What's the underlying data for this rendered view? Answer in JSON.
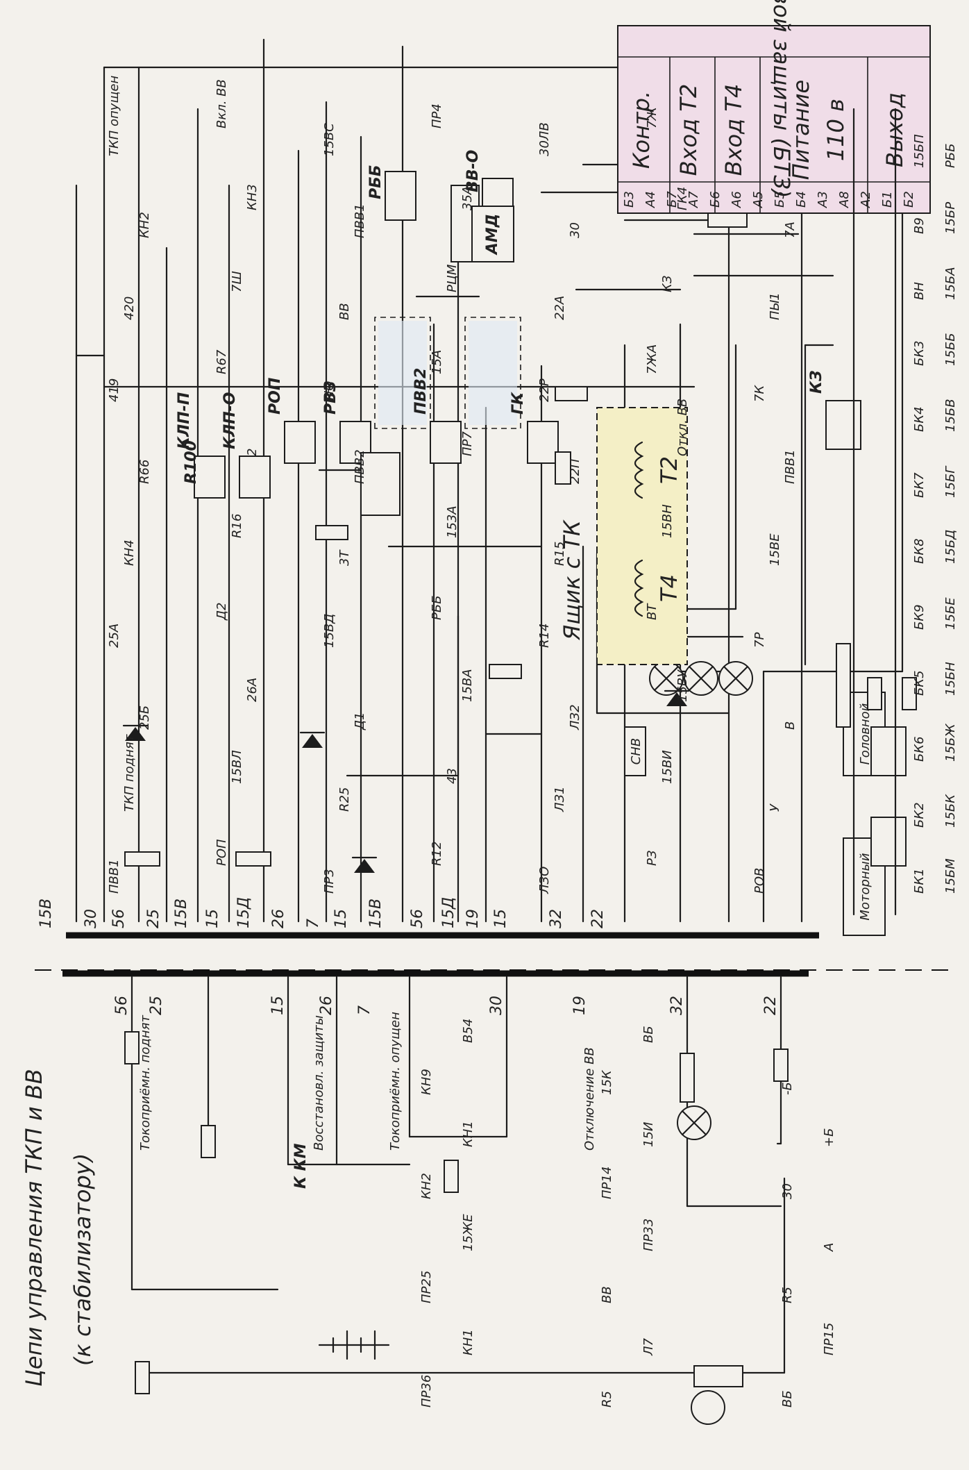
{
  "title": "Цепи управления ТКП и ВВ",
  "subtitle": "(к стабилизатору)",
  "block_title": "Блок токовой защиты (БТЗ)",
  "block_rows": [
    "Контр.",
    "Вход Т2",
    "Вход Т4",
    "Питание",
    "110 в",
    "Выход"
  ],
  "block_pins": [
    "Б3",
    "А4",
    "Б7",
    "А7",
    "Б6",
    "А6",
    "А5",
    "Б5",
    "Б4",
    "А3",
    "А8",
    "А2",
    "Б1",
    "Б2"
  ],
  "box_caption": "Ящик с ТК",
  "box_coils": [
    "Т2",
    "Т4"
  ],
  "motor_label": "Моторный",
  "head_label": "Головной",
  "km_label": "К КМ",
  "amd_label": "АМД",
  "snv_label": "СНВ",
  "buttons": [
    "Токоприёмн. поднят",
    "Восстановл. защиты",
    "Токоприёмн. опущен",
    "Отключение ВВ"
  ],
  "motor_wires": [
    "15В",
    "30",
    "56",
    "25",
    "15В",
    "15",
    "15Д",
    "26",
    "7",
    "15",
    "15В",
    "56",
    "15Д",
    "19",
    "15",
    "32",
    "22"
  ],
  "head_wires": [
    "56",
    "25",
    "15",
    "26",
    "7",
    "30",
    "19",
    "32",
    "22"
  ],
  "relays": [
    "КЛП-П",
    "КЛП-О",
    "РОП",
    "РВЗ",
    "ПВВ2",
    "ГК",
    "РББ",
    "ВВ-О",
    "КЗ",
    "R100"
  ],
  "contact_labels": [
    "ПВВ1",
    "ТКП поднят",
    "25Б",
    "25А",
    "КН4",
    "R66",
    "419",
    "420",
    "КН2",
    "ТКП опущен",
    "РОП",
    "15ВЛ",
    "26А",
    "Д2",
    "R16",
    "2",
    "R67",
    "7Ш",
    "КН3",
    "Вкл. ВВ",
    "ПР3",
    "R25",
    "Д1",
    "15ВД",
    "3Т",
    "ПВВ2",
    "ТЮ",
    "ВВ",
    "ПВВ1",
    "15ВС",
    "R12",
    "43",
    "15ВА",
    "РББ",
    "153А",
    "ПР7",
    "15А",
    "РЦМ",
    "35А",
    "ПР4",
    "ЛЗО",
    "ЛЗ1",
    "ЛЗ2",
    "R14",
    "R15",
    "22П",
    "22Р",
    "22А",
    "30",
    "30ЛВ",
    "РЗ",
    "15ВИ",
    "15ВУ",
    "ВТ",
    "15ВН",
    "Откл. ВВ",
    "7ЖА",
    "КЗ",
    "ГК4",
    "7Ж",
    "РОВ",
    "У",
    "В",
    "7Р",
    "15ВЕ",
    "ПВВ1",
    "7К",
    "ПЫ1",
    "7А"
  ],
  "top_contacts": [
    "БК1",
    "БК2",
    "БК6",
    "БК5",
    "БК9",
    "БК8",
    "БК7",
    "БК4",
    "БК3",
    "ВН",
    "В9",
    "15БП",
    "15БМ",
    "15БК",
    "15БЖ",
    "15БН",
    "15БЕ",
    "15БД",
    "15БГ",
    "15БВ",
    "15ББ",
    "15БА",
    "15БР",
    "РББ"
  ],
  "head_components": [
    "ПР36",
    "КН1",
    "ПР25",
    "15ЖЕ",
    "КН2",
    "КН1",
    "КН9",
    "В54",
    "R5",
    "Л7",
    "ВВ",
    "ПР33",
    "ПР14",
    "15И",
    "15К",
    "ВБ",
    "ВБ",
    "ПР15",
    "R5",
    "А",
    "30",
    "+Б",
    "-Б"
  ]
}
